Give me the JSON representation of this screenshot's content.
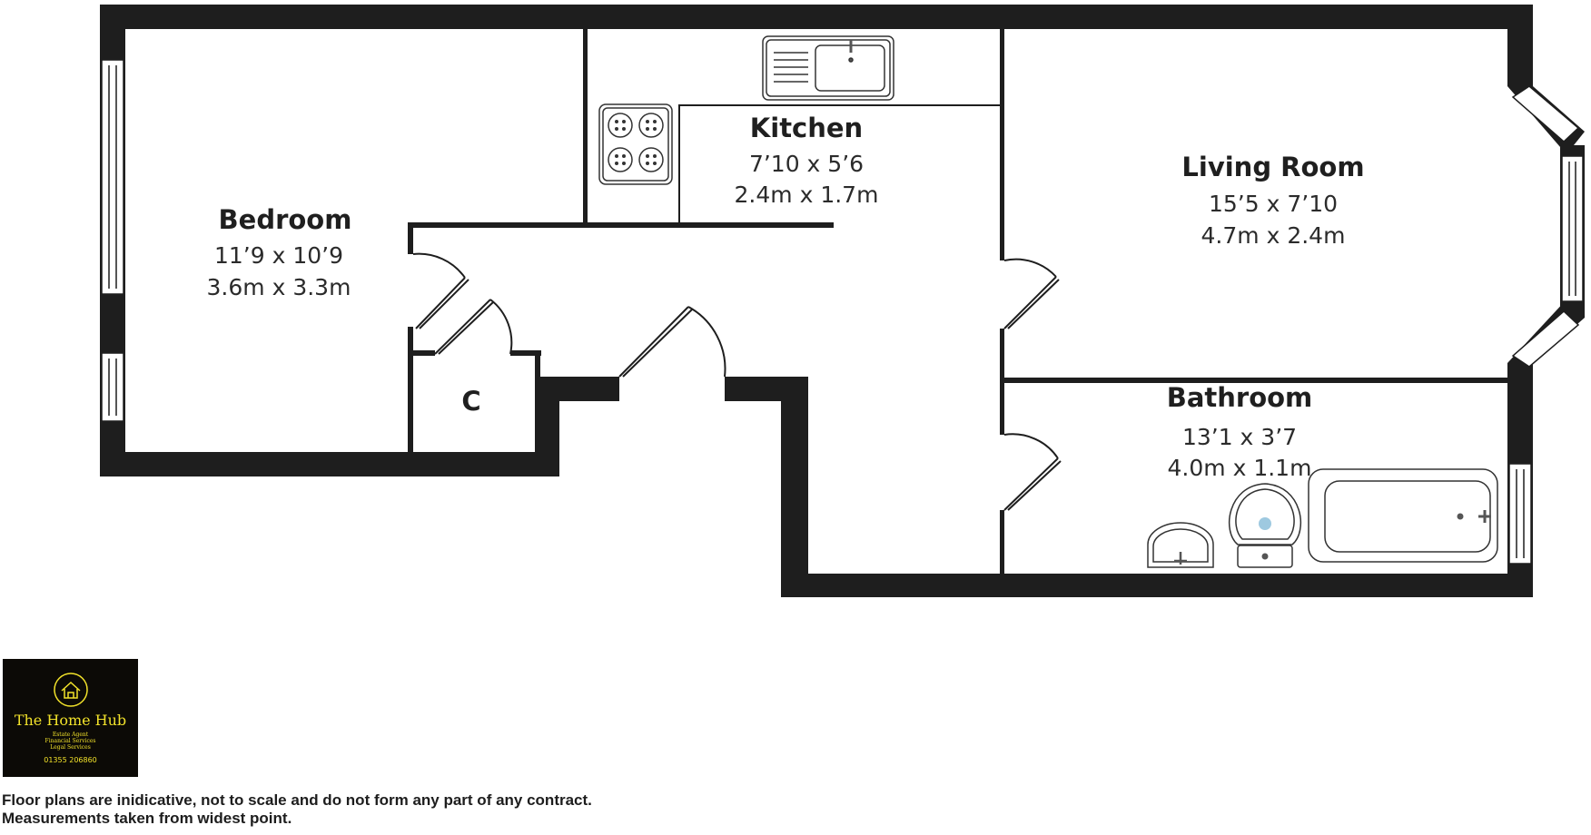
{
  "rooms": {
    "bedroom": {
      "name": "Bedroom",
      "imperial": "11’9 x 10’9",
      "metric": "3.6m x 3.3m"
    },
    "kitchen": {
      "name": "Kitchen",
      "imperial": "7’10 x 5’6",
      "metric": "2.4m x 1.7m"
    },
    "living_room": {
      "name": "Living Room",
      "imperial": "15’5 x 7’10",
      "metric": "4.7m x 2.4m"
    },
    "bathroom": {
      "name": "Bathroom",
      "imperial": "13’1 x 3’7",
      "metric": "4.0m x 1.1m"
    },
    "cupboard": {
      "name": "C"
    }
  },
  "logo": {
    "brand": "The Home Hub",
    "services": [
      "Estate Agent",
      "Financial Services",
      "Legal Services"
    ],
    "phone": "01355 206860",
    "accent_color": "#f2e22a",
    "background_color": "#0c0a06",
    "icon": "house-icon"
  },
  "disclaimer": {
    "line1": "Floor plans are inidicative, not to scale and do not form any part of any contract.",
    "line2": "Measurements taken from widest point."
  },
  "colors": {
    "wall": "#1e1e1e",
    "fixture_accent": "#9ec9e0",
    "fixture_grey": "#555555"
  }
}
